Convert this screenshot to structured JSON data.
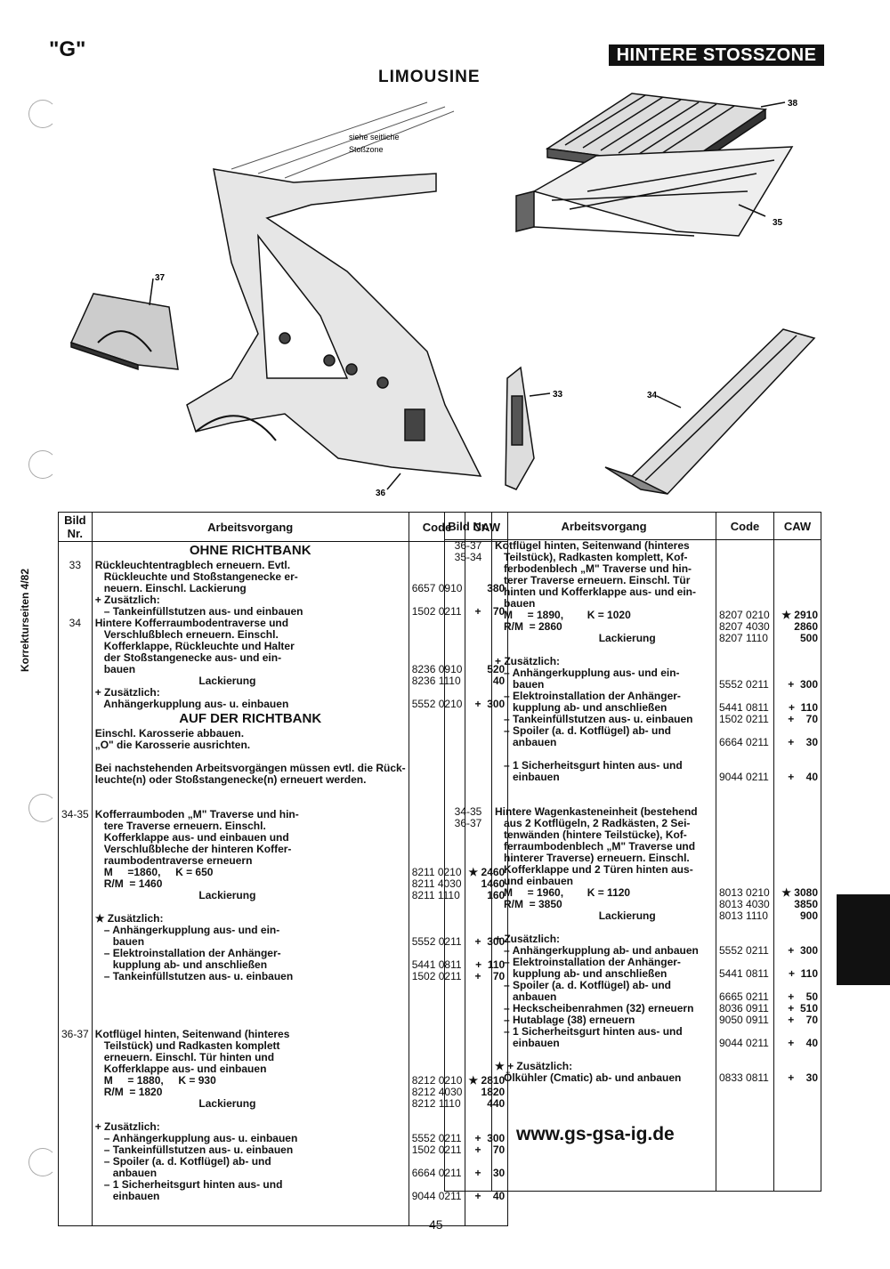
{
  "header": {
    "g_label": "\"G\"",
    "section_title": "HINTERE STOSSZONE",
    "model_title": "LIMOUSINE",
    "side_note": "Korrekturseiten 4/82"
  },
  "diagram": {
    "callout_note": [
      "siehe seitliche",
      "Stoßzone"
    ],
    "labels": {
      "p38": "38",
      "p35": "35",
      "p37": "37",
      "p33": "33",
      "p34": "34",
      "p36": "36"
    }
  },
  "table_headers": {
    "nr": "Bild Nr.",
    "work": "Arbeitsvorgang",
    "code": "Code",
    "caw": "CAW"
  },
  "left_table": {
    "nr": [
      "",
      "33",
      "",
      "",
      "",
      "",
      "34",
      "",
      "",
      "",
      "",
      "",
      "",
      "",
      "",
      "",
      "",
      "",
      "",
      "",
      "",
      "",
      "34-35",
      "",
      "",
      "",
      "",
      "",
      "",
      "",
      "",
      "",
      "",
      "",
      "",
      "",
      "",
      "",
      "",
      "",
      "",
      "36-37",
      "",
      "",
      "",
      "",
      "",
      "",
      "",
      "",
      "",
      "",
      "",
      "",
      "",
      "",
      "",
      ""
    ],
    "work": [
      "OHNE RICHTBANK",
      "Rückleuchtentragblech erneuern. Evtl.",
      "   Rückleuchte und Stoßstangenecke er-",
      "   neuern. Einschl. Lackierung",
      "+ Zusätzlich:",
      "   – Tankeinfüllstutzen aus- und einbauen",
      "Hintere Kofferraumbodentraverse und",
      "   Verschlußblech erneuern. Einschl.",
      "   Kofferklappe, Rückleuchte und Halter",
      "   der Stoßstangenecke aus- und ein-",
      "   bauen",
      "                                   Lackierung",
      "+ Zusätzlich:",
      "   Anhängerkupplung aus- u. einbauen",
      "AUF DER RICHTBANK",
      "Einschl. Karosserie abbauen.",
      "„O\" die Karosserie ausrichten.",
      "",
      "Bei nachstehenden Arbeitsvorgängen müssen evtl. die Rück-",
      "leuchte(n) oder Stoßstangenecke(n) erneuert werden.",
      "",
      "",
      "Kofferraumboden „M\" Traverse und hin-",
      "   tere Traverse erneuern. Einschl.",
      "   Kofferklappe aus- und einbauen und",
      "   Verschlußbleche der hinteren Koffer-",
      "   raumbodentraverse erneuern",
      "   M     =1860,     K = 650",
      "   R/M  = 1460",
      "                                   Lackierung",
      "",
      "★ Zusätzlich:",
      "   – Anhängerkupplung aus- und ein-",
      "      bauen",
      "   – Elektroinstallation der Anhänger-",
      "      kupplung ab- und anschließen",
      "   – Tankeinfüllstutzen aus- u. einbauen",
      "",
      "",
      "",
      "",
      "Kotflügel hinten, Seitenwand (hinteres",
      "   Teilstück) und Radkasten komplett",
      "   erneuern. Einschl. Tür hinten und",
      "   Kofferklappe aus- und einbauen",
      "   M     = 1880,     K = 930",
      "   R/M  = 1820",
      "                                   Lackierung",
      "",
      "+ Zusätzlich:",
      "   – Anhängerkupplung aus- u. einbauen",
      "   – Tankeinfüllstutzen aus- u. einbauen",
      "   – Spoiler (a. d. Kotflügel) ab- und",
      "      anbauen",
      "   – 1 Sicherheitsgurt hinten aus- und",
      "      einbauen"
    ],
    "code": [
      "",
      "",
      "",
      "6657 0910",
      "",
      "1502 0211",
      "",
      "",
      "",
      "",
      "8236 0910",
      "8236 1110",
      "",
      "5552 0210",
      "",
      "",
      "",
      "",
      "",
      "",
      "",
      "",
      "",
      "",
      "",
      "",
      "",
      "8211 0210",
      "8211 4030",
      "8211 1110",
      "",
      "",
      "",
      "5552 0211",
      "",
      "5441 0811",
      "1502 0211",
      "",
      "",
      "",
      "",
      "",
      "",
      "",
      "",
      "8212 0210",
      "8212 4030",
      "8212 1110",
      "",
      "",
      "5552 0211",
      "1502 0211",
      "",
      "6664 0211",
      "",
      "9044 0211"
    ],
    "caw": [
      "",
      "",
      "",
      "380",
      "",
      "+    70",
      "",
      "",
      "",
      "",
      "520",
      "40",
      "",
      "+  300",
      "",
      "",
      "",
      "",
      "",
      "",
      "",
      "",
      "",
      "",
      "",
      "",
      "",
      "★ 2460",
      "1460",
      "160",
      "",
      "",
      "",
      "+  300",
      "",
      "+  110",
      "+    70",
      "",
      "",
      "",
      "",
      "",
      "",
      "",
      "",
      "★ 2810",
      "1820",
      "440",
      "",
      "",
      "+  300",
      "+    70",
      "",
      "+    30",
      "",
      "+    40"
    ]
  },
  "right_table": {
    "nr": [
      "36-37",
      "35-34",
      "",
      "",
      "",
      "",
      "",
      "",
      "",
      "",
      "",
      "",
      "",
      "",
      "",
      "",
      "",
      "",
      "",
      "",
      "",
      "",
      "",
      "34-35",
      "36-37",
      "",
      "",
      "",
      "",
      "",
      "",
      "",
      "",
      "",
      "",
      "",
      "",
      "",
      "",
      "",
      "",
      "",
      "",
      "",
      "",
      "",
      "",
      "",
      "",
      "",
      "",
      "",
      ""
    ],
    "work": [
      "Kotflügel hinten, Seitenwand (hinteres",
      "   Teilstück), Radkasten komplett, Kof-",
      "   ferbodenblech „M\" Traverse und hin-",
      "   terer Traverse erneuern. Einschl. Tür",
      "   hinten und Kofferklappe aus- und ein-",
      "   bauen",
      "   M     = 1890,        K = 1020",
      "   R/M  = 2860",
      "                                   Lackierung",
      "",
      "+ Zusätzlich:",
      "   – Anhängerkupplung aus- und ein-",
      "      bauen",
      "   – Elektroinstallation der Anhänger-",
      "      kupplung ab- und anschließen",
      "   – Tankeinfüllstutzen aus- u. einbauen",
      "   – Spoiler (a. d. Kotflügel) ab- und",
      "      anbauen",
      "",
      "   – 1 Sicherheitsgurt hinten aus- und",
      "      einbauen",
      "",
      "",
      "Hintere Wagenkasteneinheit (bestehend",
      "   aus 2 Kotflügeln, 2 Radkästen, 2 Sei-",
      "   tenwänden (hintere Teilstücke), Kof-",
      "   ferraumbodenblech „M\" Traverse und",
      "   hinterer Traverse) erneuern. Einschl.",
      "   Kofferklappe und 2 Türen hinten aus-",
      "   und einbauen",
      "   M     = 1960,        K = 1120",
      "   R/M  = 3850",
      "                                   Lackierung",
      "",
      "+ Zusätzlich:",
      "   – Anhängerkupplung ab- und anbauen",
      "   – Elektroinstallation der Anhänger-",
      "      kupplung ab- und anschließen",
      "   – Spoiler (a. d. Kotflügel) ab- und",
      "      anbauen",
      "   – Heckscheibenrahmen (32) erneuern",
      "   – Hutablage (38) erneuern",
      "   – 1 Sicherheitsgurt hinten aus- und",
      "      einbauen",
      "",
      "★ + Zusätzlich:",
      "   Ölkühler (Cmatic) ab- und anbauen"
    ],
    "code": [
      "",
      "",
      "",
      "",
      "",
      "",
      "8207 0210",
      "8207 4030",
      "8207 1110",
      "",
      "",
      "",
      "5552 0211",
      "",
      "5441 0811",
      "1502 0211",
      "",
      "6664 0211",
      "",
      "",
      "9044 0211",
      "",
      "",
      "",
      "",
      "",
      "",
      "",
      "",
      "",
      "8013 0210",
      "8013 4030",
      "8013 1110",
      "",
      "",
      "5552 0211",
      "",
      "5441 0811",
      "",
      "6665 0211",
      "8036 0911",
      "9050 0911",
      "",
      "9044 0211",
      "",
      "",
      "0833 0811"
    ],
    "caw": [
      "",
      "",
      "",
      "",
      "",
      "",
      "★ 2910",
      "2860",
      "500",
      "",
      "",
      "",
      "+  300",
      "",
      "+  110",
      "+    70",
      "",
      "+    30",
      "",
      "",
      "+    40",
      "",
      "",
      "",
      "",
      "",
      "",
      "",
      "",
      "",
      "★ 3080",
      "3850",
      "900",
      "",
      "",
      "+  300",
      "",
      "+  110",
      "",
      "+    50",
      "+  510",
      "+    70",
      "",
      "+    40",
      "",
      "",
      "+    30"
    ]
  },
  "footer": {
    "website": "www.gs-gsa-ig.de",
    "page_number": "45"
  }
}
